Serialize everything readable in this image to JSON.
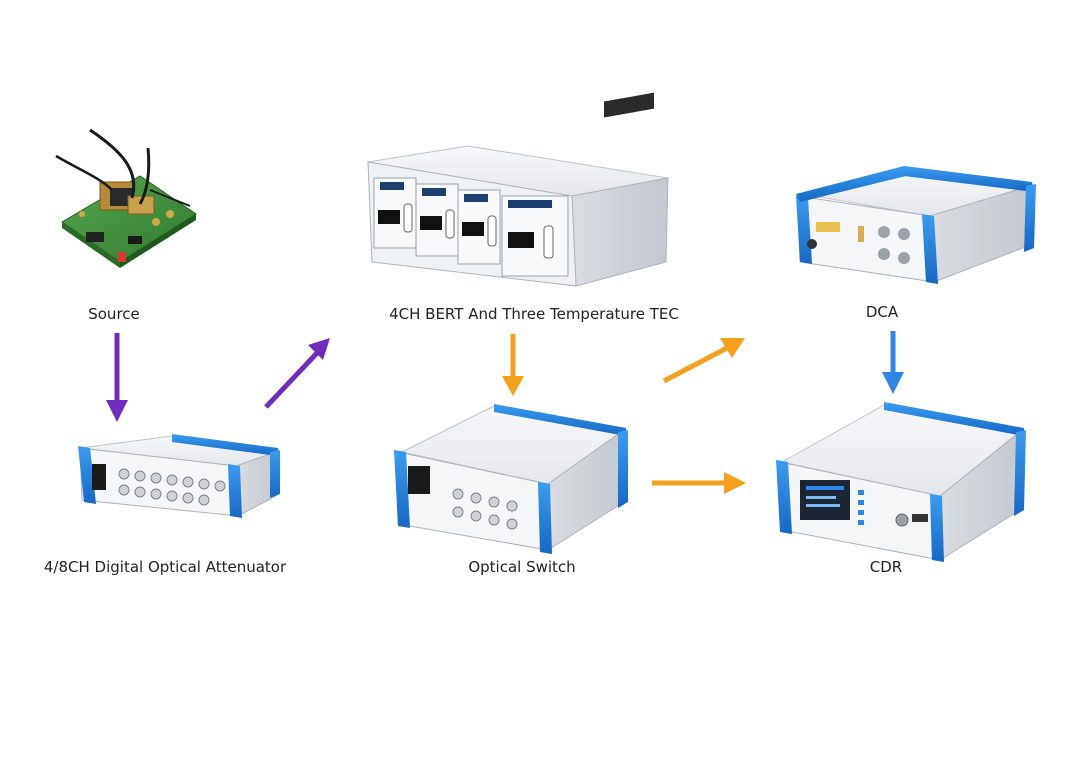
{
  "diagram": {
    "nodes": [
      {
        "id": "source",
        "label": "Source"
      },
      {
        "id": "bert",
        "label": "4CH BERT And Three Temperature TEC"
      },
      {
        "id": "dca",
        "label": "DCA"
      },
      {
        "id": "voa",
        "label": "4/8CH Digital Optical Attenuator"
      },
      {
        "id": "switch",
        "label": "Optical Switch"
      },
      {
        "id": "cdr",
        "label": "CDR"
      }
    ],
    "edges": [
      {
        "from": "source",
        "to": "voa",
        "color": "#6f2dbd"
      },
      {
        "from": "voa",
        "to": "bert",
        "color": "#6f2dbd"
      },
      {
        "from": "bert",
        "to": "switch",
        "color": "#f5a01a"
      },
      {
        "from": "switch",
        "to": "dca",
        "color": "#f5a01a"
      },
      {
        "from": "switch",
        "to": "cdr",
        "color": "#f5a01a"
      },
      {
        "from": "dca",
        "to": "cdr",
        "color": "#2f86e8"
      }
    ],
    "colors": {
      "instrument_blue": "#1e88e5",
      "pcb_green": "#3f8f3a",
      "panel_white": "#f4f6f8"
    }
  }
}
